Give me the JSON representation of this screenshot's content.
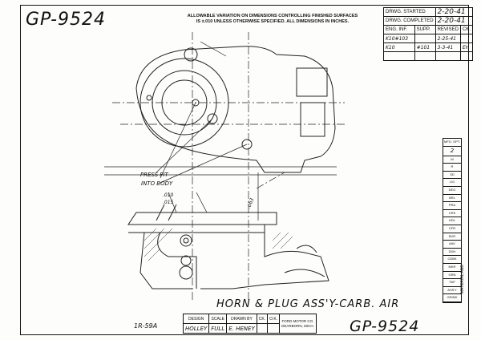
{
  "drawing_number_top": "GP-9524",
  "drawing_number_bottom": "GP-9524",
  "tolerance_note": {
    "line1": "ALLOWABLE VARIATION ON DIMENSIONS CONTROLLING FINISHED SURFACES",
    "line2": "IS ±.010 UNLESS OTHERWISE SPECIFIED.  ALL DIMENSIONS IN INCHES."
  },
  "revision_block": {
    "drwg_started_label": "DRWG. STARTED",
    "drwg_started_value": "2-20-41",
    "drwg_completed_label": "DRWG. COMPLETED",
    "drwg_completed_value": "2-20-41",
    "headers": [
      "ENG. INF.",
      "SUPP.",
      "REVISED",
      "CK."
    ],
    "rows": [
      [
        "K10#103",
        "",
        "2-25-41",
        ""
      ],
      [
        "K10",
        "#101",
        "3-3-41",
        "EH"
      ]
    ]
  },
  "material_block": {
    "header": "MFG. OPT.",
    "header_value": "2",
    "items": [
      "M",
      "R",
      "SD",
      "LIG",
      "DEG",
      "BRL",
      "PRA",
      "CRS",
      "HDL",
      "CFR",
      "BVR",
      "AAV",
      "DDH",
      "CDBK",
      "MKR",
      "GRN",
      "TAP",
      "ASS'Y",
      "GRIND"
    ],
    "side_label": "MATERIAL AND"
  },
  "annotations": {
    "press_fit": "PRESS FIT",
    "into_body": "INTO BODY",
    "dim_upper": ".010",
    "dim_lower": ".015",
    "diameter": ".063"
  },
  "drawing_title": "HORN & PLUG ASS'Y-CARB. AIR",
  "part_note": "1R-59A",
  "title_block": {
    "headers": [
      "DESIGN",
      "SCALE",
      "DRAWN BY",
      "CK.",
      "O.K."
    ],
    "values": [
      "HOLLEY",
      "FULL",
      "E. HENEY",
      "",
      ""
    ],
    "company": "FORD MOTOR CO.",
    "location": "DEARBORN, MICH."
  }
}
